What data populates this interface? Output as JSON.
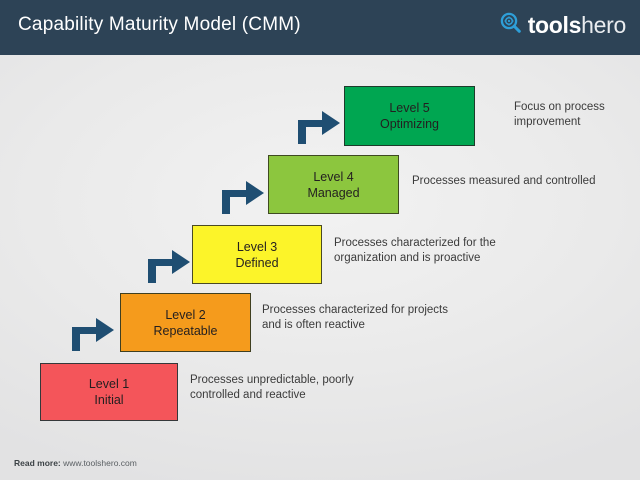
{
  "header": {
    "title": "Capability Maturity Model (CMM)",
    "bg_color": "#2d4356",
    "logo": {
      "icon": "magnifier-gear-icon",
      "icon_color": "#2e9fd8",
      "text_bold": "tools",
      "text_light": "hero"
    }
  },
  "diagram": {
    "type": "staircase-maturity-model",
    "levels": [
      {
        "name": "Level 1",
        "title": "Initial",
        "color": "#f4555a",
        "description": "Processes unpredictable, poorly\ncontrolled and reactive"
      },
      {
        "name": "Level 2",
        "title": "Repeatable",
        "color": "#f59b1c",
        "description": "Processes characterized for projects\nand is often reactive"
      },
      {
        "name": "Level 3",
        "title": "Defined",
        "color": "#fcf429",
        "description": "Processes characterized for the\norganization and is proactive"
      },
      {
        "name": "Level 4",
        "title": "Managed",
        "color": "#8cc63e",
        "description": "Processes measured and controlled"
      },
      {
        "name": "Level 5",
        "title": "Optimizing",
        "color": "#00a651",
        "description": "Focus on process\nimprovement"
      }
    ],
    "arrow_color": "#1f4e72",
    "arrow_count": 4,
    "arrow_icon": "elbow-arrow-up-right-icon"
  },
  "footer": {
    "label": "Read more:",
    "url": "www.toolshero.com"
  }
}
